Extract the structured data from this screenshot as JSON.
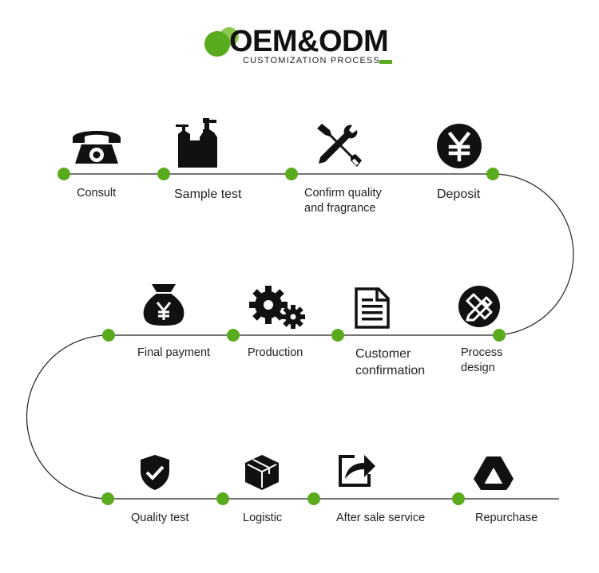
{
  "header": {
    "title": "OEM&ODM",
    "subtitle": "CUSTOMIZATION PROCESS",
    "accent_color": "#5aaa1e",
    "accent_light": "#8cc751"
  },
  "steps": [
    {
      "label": "Consult",
      "icon": "telephone-icon"
    },
    {
      "label": "Sample test",
      "icon": "bottles-icon"
    },
    {
      "label": "Confirm quality\nand fragrance",
      "icon": "wrench-screwdriver-icon"
    },
    {
      "label": "Deposit",
      "icon": "yen-coin-icon"
    },
    {
      "label": "Process\ndesign",
      "icon": "ruler-pencil-icon"
    },
    {
      "label": "Customer\nconfirmation",
      "icon": "document-icon"
    },
    {
      "label": "Production",
      "icon": "gears-icon"
    },
    {
      "label": "Final payment",
      "icon": "money-bag-icon"
    },
    {
      "label": "Quality test",
      "icon": "shield-check-icon"
    },
    {
      "label": "Logistic",
      "icon": "box-icon"
    },
    {
      "label": "After sale service",
      "icon": "share-icon"
    },
    {
      "label": "Repurchase",
      "icon": "drive-icon"
    }
  ],
  "colors": {
    "node": "#5aaa1e",
    "line": "#222222",
    "icon": "#111111"
  }
}
